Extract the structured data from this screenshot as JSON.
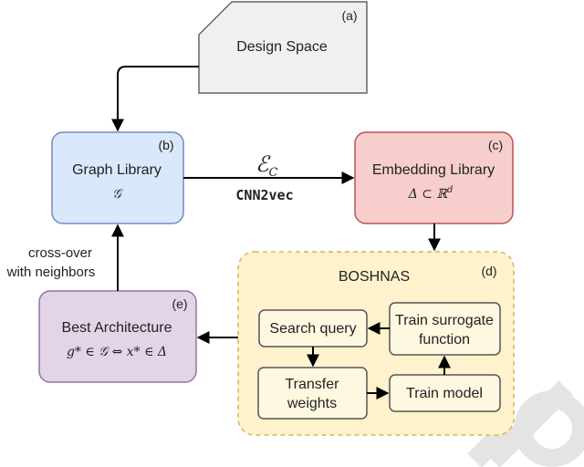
{
  "colors": {
    "design_fill": "#f0f0f0",
    "design_stroke": "#666666",
    "graph_fill": "#dae8fc",
    "graph_stroke": "#6c8ebf",
    "embed_fill": "#f8cecc",
    "embed_stroke": "#b85450",
    "boshnas_fill": "#fff2cc",
    "boshnas_stroke": "#d6b656",
    "inner_fill": "#fff8e1",
    "inner_stroke": "#555555",
    "best_fill": "#e1d5e7",
    "best_stroke": "#9673a6"
  },
  "nodes": {
    "design_space": {
      "label": "Design Space",
      "tag": "(a)"
    },
    "graph_library": {
      "label": "Graph Library",
      "math": "𝒢",
      "tag": "(b)"
    },
    "embedding_library": {
      "label": "Embedding Library",
      "math": "Δ ⊂ ℝ",
      "math_sup": "d",
      "tag": "(c)"
    },
    "boshnas": {
      "label": "BOSHNAS",
      "tag": "(d)"
    },
    "best_architecture": {
      "label": "Best Architecture",
      "math": "g* ∈ 𝒢 ⇔ x* ∈ Δ",
      "tag": "(e)"
    },
    "search_query": {
      "label": "Search query"
    },
    "train_surrogate": {
      "line1": "Train surrogate",
      "line2": "function"
    },
    "transfer_weights": {
      "line1": "Transfer",
      "line2": "weights"
    },
    "train_model": {
      "label": "Train model"
    }
  },
  "edges": {
    "encoder_symbol": "ℰ",
    "encoder_sub": "C",
    "encoder_name": "CNN2vec",
    "crossover_line1": "cross-over",
    "crossover_line2": "with neighbors"
  }
}
